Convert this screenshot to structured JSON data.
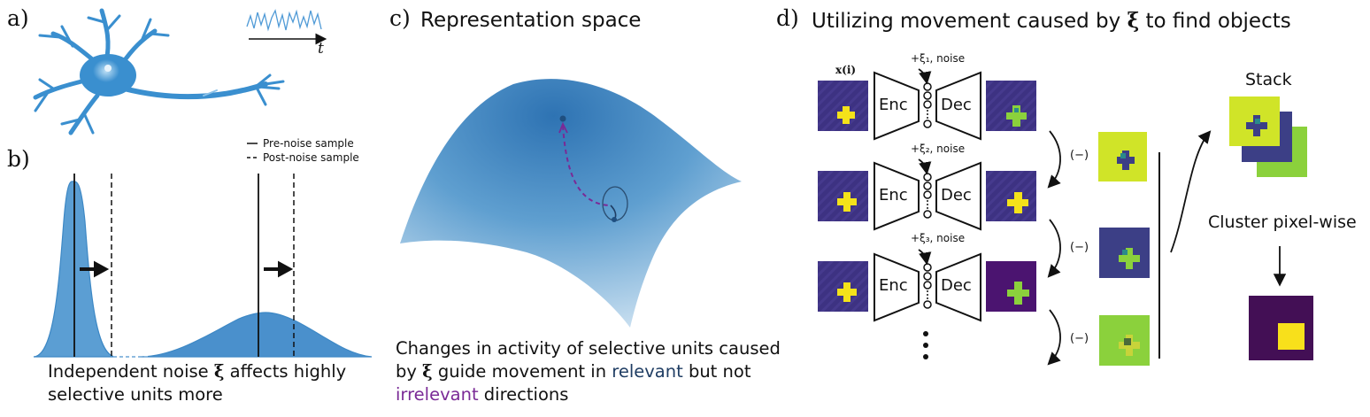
{
  "panels": {
    "a": {
      "letter": "a)",
      "time_axis_label": "t"
    },
    "b": {
      "letter": "b)",
      "legend": {
        "solid": "Pre-noise sample",
        "dashed": "Post-noise sample"
      },
      "caption_line1_pre": "Independent noise ",
      "caption_xi": "ξ",
      "caption_line1_post": " affects highly",
      "caption_line2": "selective units more"
    },
    "c": {
      "letter": "c)",
      "title": "Representation space",
      "caption_line1": "Changes in activity of selective units caused",
      "caption_line2_pre": "by ",
      "caption_xi": "ξ",
      "caption_line2_mid": " guide movement in ",
      "caption_relevant": "relevant",
      "caption_line2_post": " but not",
      "caption_irrelevant": "irrelevant",
      "caption_line3_post": " directions"
    },
    "d": {
      "letter": "d)",
      "title_pre": "Utilizing movement caused by ",
      "title_xi": "ξ",
      "title_post": " to find objects",
      "input_label": "x(i)",
      "rows": [
        {
          "noise_label": "+ξ₁, noise",
          "enc": "Enc",
          "dec": "Dec"
        },
        {
          "noise_label": "+ξ₂, noise",
          "enc": "Enc",
          "dec": "Dec"
        },
        {
          "noise_label": "+ξ₃, noise",
          "enc": "Enc",
          "dec": "Dec"
        }
      ],
      "diff_label": "(−)",
      "stack_label": "Stack",
      "cluster_label": "Cluster pixel-wise"
    }
  },
  "colors": {
    "neuron_blue": "#3a8fcf",
    "curve_blue": "#3d88c5",
    "surface_dark": "#2b6fae",
    "surface_light": "#cfe3f2",
    "image_purple": "#3e2f7d",
    "image_yellow": "#f4e21a",
    "image_teal": "#2a8a8a",
    "diff_yellowgreen": "#c8e326",
    "diff_navy": "#3c3f86",
    "diff_green": "#8bd13c",
    "final_purple": "#430f55",
    "final_yellow": "#f8e01b",
    "relevant_color": "#1f3d63",
    "irrelevant_color": "#7a2a96"
  }
}
